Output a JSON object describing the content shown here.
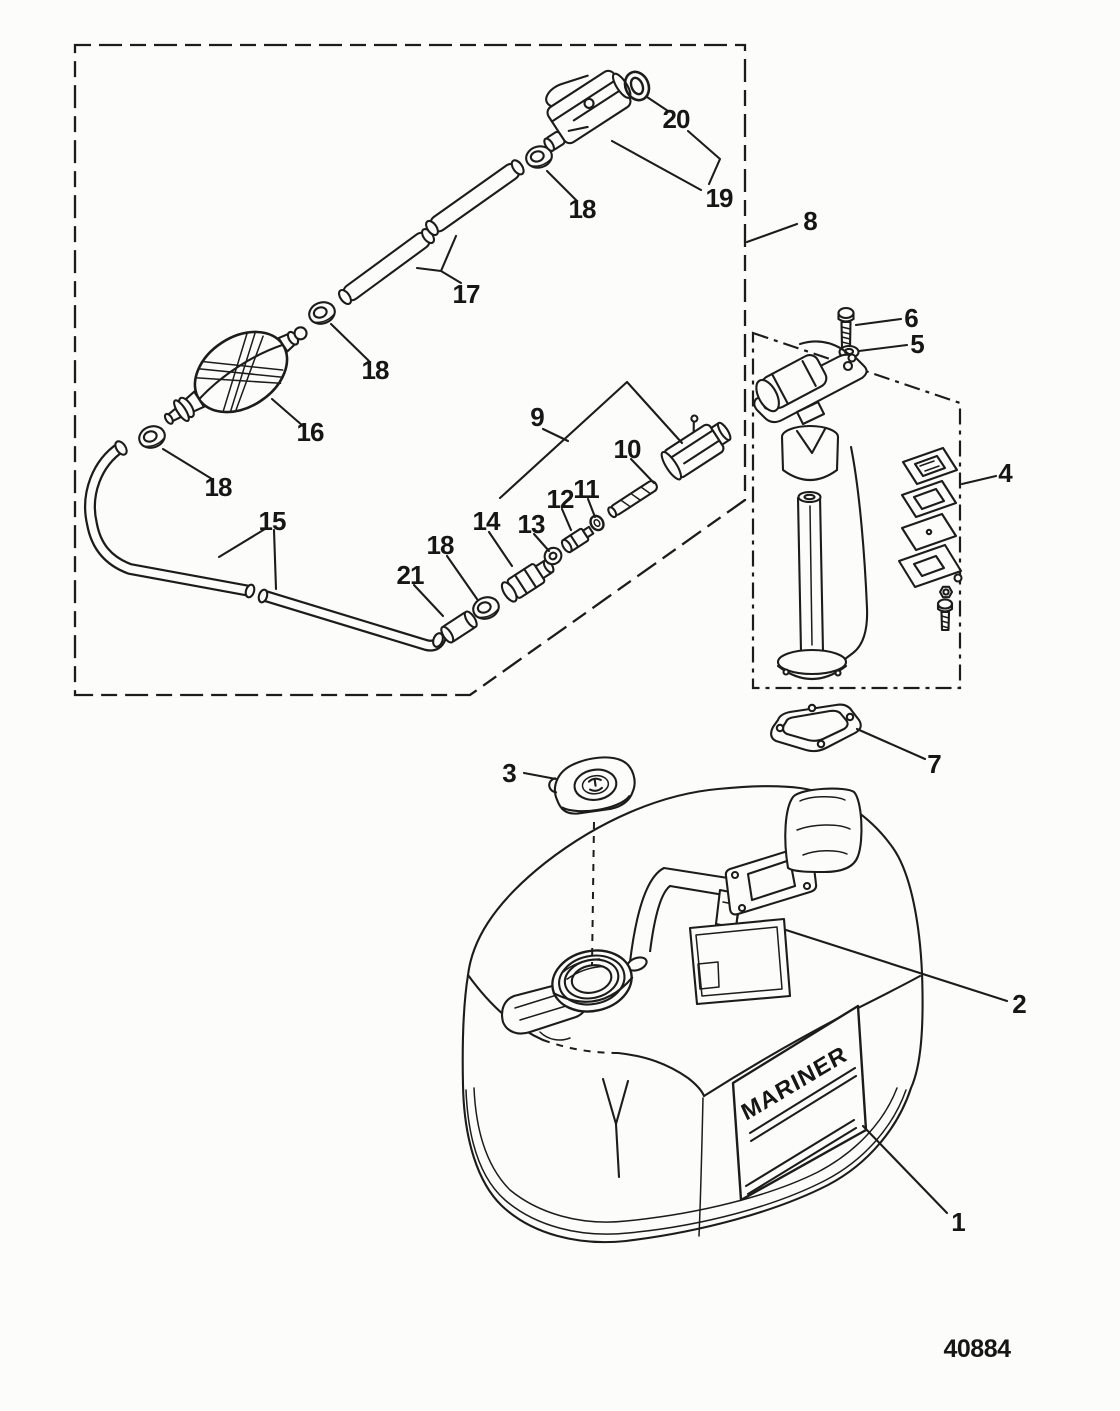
{
  "page": {
    "background": "#fcfcfb",
    "ink_color": "#1c1c1c"
  },
  "diagram": {
    "drawing_number": "40884",
    "tank_brand": "MARINER",
    "part_labels": {
      "p1": "1",
      "p2": "2",
      "p3": "3",
      "p4": "4",
      "p5": "5",
      "p6": "6",
      "p7": "7",
      "p8": "8",
      "p9": "9",
      "p10": "10",
      "p11": "11",
      "p12": "12",
      "p13": "13",
      "p14": "14",
      "p15": "15",
      "p16": "16",
      "p17": "17",
      "p18": "18",
      "p19": "19",
      "p20": "20",
      "p21": "21"
    }
  }
}
